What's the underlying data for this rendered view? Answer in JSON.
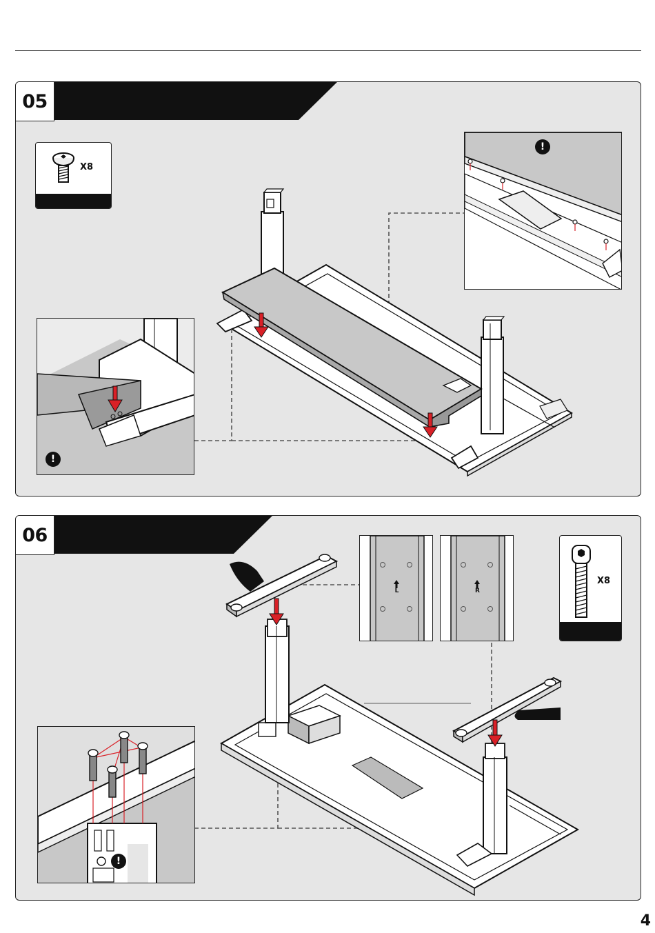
{
  "steps": [
    {
      "number": "05",
      "hardware": {
        "icon": "button-head-screw-icon",
        "qty": "X8"
      }
    },
    {
      "number": "06",
      "hardware": {
        "icon": "socket-cap-bolt-icon",
        "qty": "X8"
      },
      "bracket_labels": {
        "left": "L",
        "right": "R"
      }
    }
  ],
  "page_number": "4",
  "colors": {
    "accent_red": "#d92027",
    "panel_bg": "#e6e6e6",
    "ink": "#111111",
    "beam_grey": "#c8c8c8"
  },
  "icons": [
    "warning-icon",
    "arrow-up-icon",
    "hand-icon"
  ]
}
